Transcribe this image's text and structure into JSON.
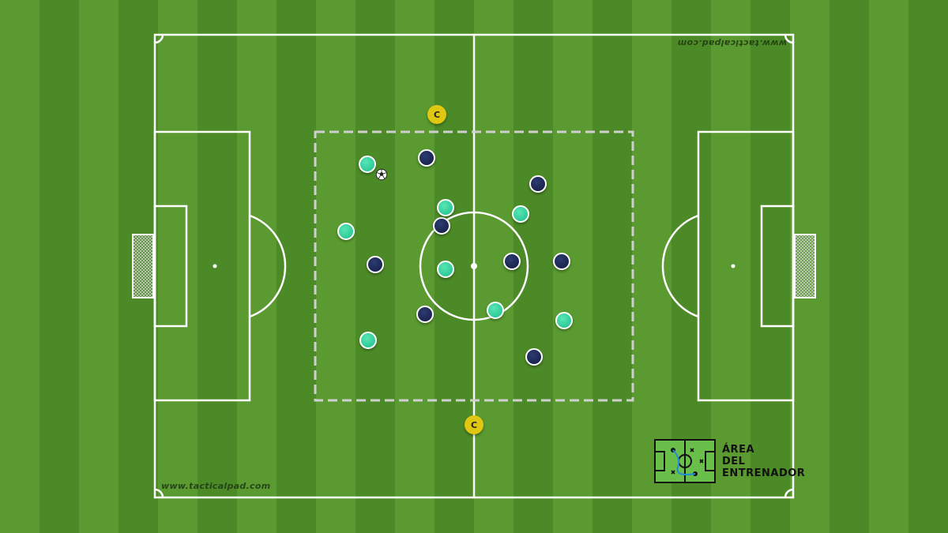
{
  "watermark_top": "www.tacticalpad.com",
  "watermark_bottom": "www.tacticalpad.com",
  "joker_label": "C",
  "brand": {
    "line1": "ÁREA",
    "line2": "DEL",
    "line3": "ENTRENADOR"
  },
  "colors": {
    "team_navy": "#1b2550",
    "team_teal": "#2cc996",
    "joker": "#e0c711",
    "grass_light": "#5a9a30",
    "grass_dark": "#4c8a27",
    "lines": "#ffffff",
    "zone_dash": "#cfcfcf"
  },
  "icons": [
    "soccer-ball-icon",
    "goal-net-icon",
    "tactics-board-icon"
  ]
}
